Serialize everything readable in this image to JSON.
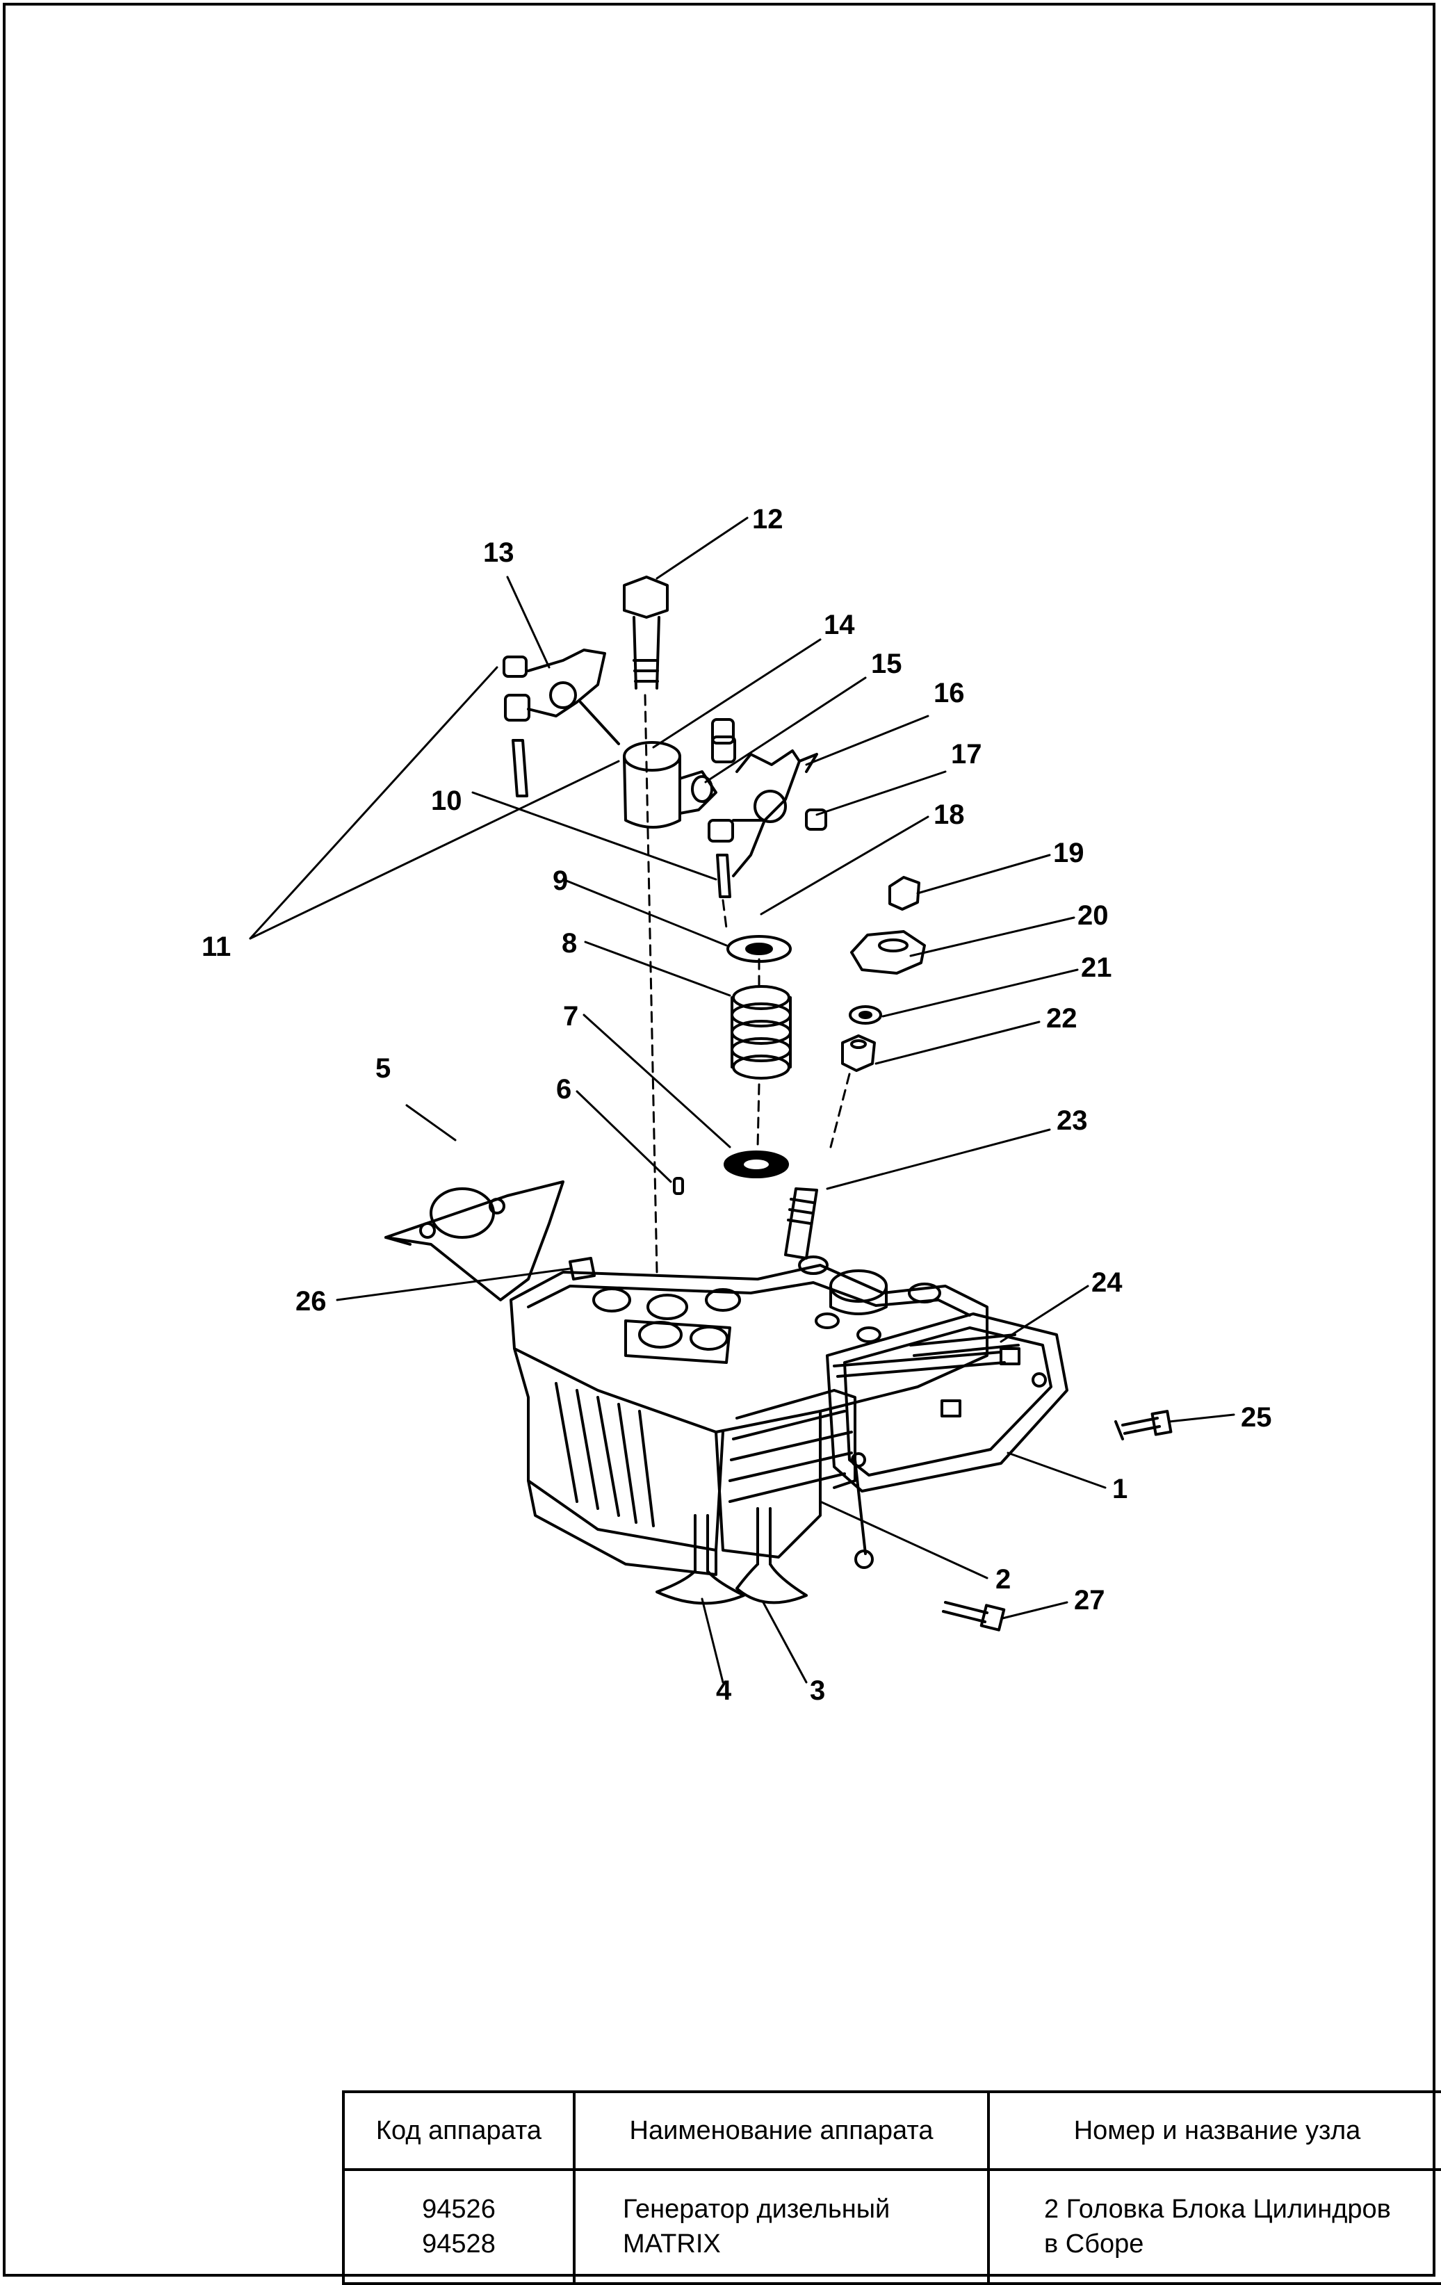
{
  "diagram": {
    "callouts": [
      "1",
      "2",
      "3",
      "4",
      "5",
      "6",
      "7",
      "8",
      "9",
      "10",
      "11",
      "12",
      "13",
      "14",
      "15",
      "16",
      "17",
      "18",
      "19",
      "20",
      "21",
      "22",
      "23",
      "24",
      "25",
      "26",
      "27"
    ]
  },
  "table": {
    "headers": {
      "code": "Код аппарата",
      "name": "Наименование аппарата",
      "unit": "Номер и название узла"
    },
    "values": {
      "code_line1": "94526",
      "code_line2": "94528",
      "name_line1": "Генератор дизельный",
      "name_line2": "MATRIX",
      "unit_line1": "2 Головка Блока Цилиндров",
      "unit_line2": "в Сборе"
    }
  }
}
